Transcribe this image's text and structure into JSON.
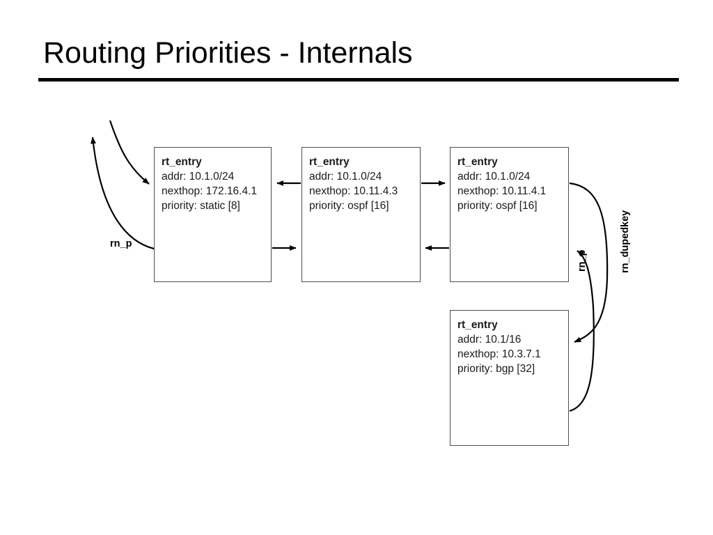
{
  "slide": {
    "title": "Routing Priorities - Internals"
  },
  "diagram": {
    "type": "linked-list-structure",
    "nodes": [
      {
        "id": "box-1",
        "struct_name": "rt_entry",
        "fields": [
          "addr: 10.1.0/24",
          "nexthop: 172.16.4.1",
          "priority: static [8]"
        ]
      },
      {
        "id": "box-2",
        "struct_name": "rt_entry",
        "fields": [
          "addr: 10.1.0/24",
          "nexthop: 10.11.4.3",
          "priority: ospf [16]"
        ]
      },
      {
        "id": "box-3",
        "struct_name": "rt_entry",
        "fields": [
          "addr: 10.1.0/24",
          "nexthop: 10.11.4.1",
          "priority: ospf [16]"
        ]
      },
      {
        "id": "box-4",
        "struct_name": "rt_entry",
        "fields": [
          "addr: 10.1/16",
          "nexthop: 10.3.7.1",
          "priority: bgp [32]"
        ]
      }
    ],
    "edge_labels": {
      "rn_p_left": "rn_p",
      "rn_p_right": "rn_p",
      "rn_dupedkey": "rn_dupedkey"
    }
  },
  "colors": {
    "ink": "#000000",
    "box_border": "#4d4d4d",
    "text": "#1a1a1a",
    "background": "#ffffff"
  }
}
